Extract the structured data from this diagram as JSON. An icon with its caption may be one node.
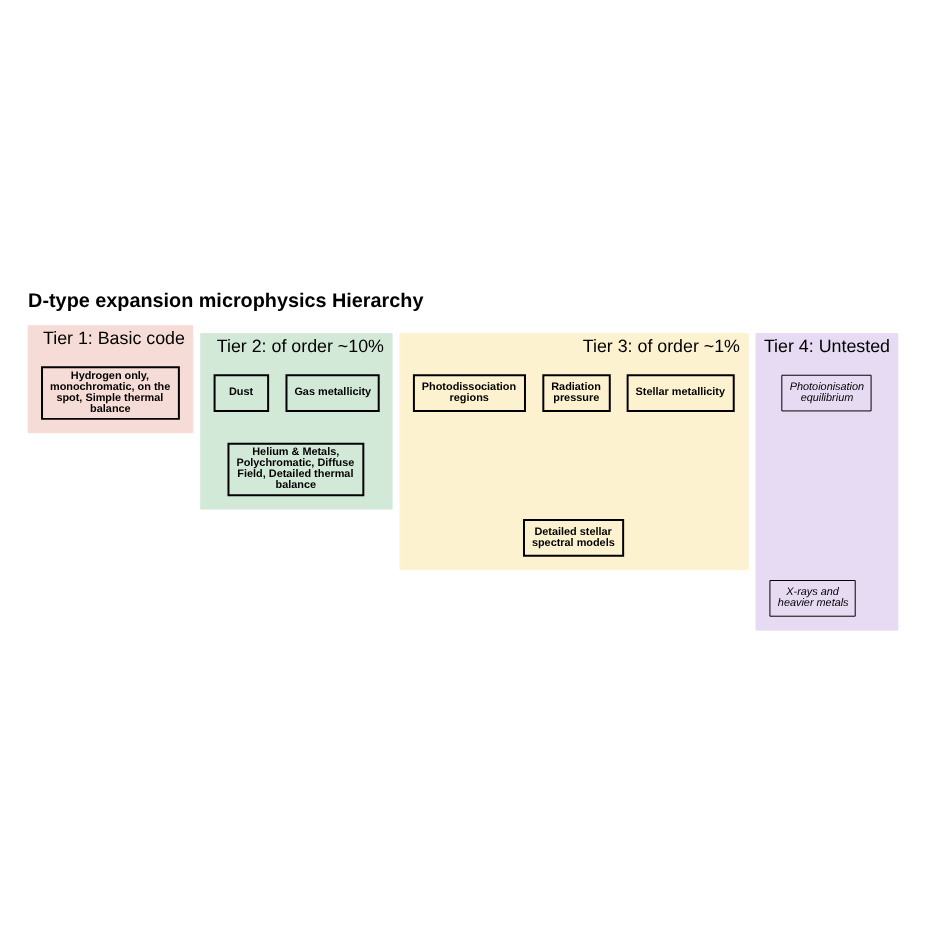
{
  "diagram": {
    "title": "D-type expansion microphysics Hierarchy",
    "nodes": [
      {
        "text": [
          "Tier 1: Basic code"
        ]
      },
      {
        "text": [
          "Hydrogen only, monochromatic, on the spot, Simple thermal balance"
        ],
        "in": 0
      },
      {
        "text": [
          "Tier 2: of order ~10%"
        ]
      },
      {
        "text": [
          "Helium & Metals, Polychromatic, Diffuse Field, Detailed thermal balance"
        ],
        "in": 2
      },
      {
        "text": [
          "Gas metallicity"
        ],
        "in": 2
      },
      {
        "text": [
          "Dust"
        ],
        "in": 2
      },
      {
        "text": [
          "Tier 3: of order ~1%"
        ]
      },
      {
        "text": [
          "Detailed stellar spectral models"
        ],
        "in": 6
      },
      {
        "text": [
          "Stellar metallicity"
        ],
        "in": 6
      },
      {
        "text": [
          "Radiation pressure"
        ],
        "in": 6
      },
      {
        "text": [
          "Photodissociation regions"
        ],
        "in": 6
      },
      {
        "text": [
          "Tier 4: Untested"
        ]
      },
      {
        "text": [
          "X-rays and heavier metals"
        ],
        "in": 11
      },
      {
        "text": [
          "Photoionisation equilibrium"
        ],
        "in": 11
      }
    ]
  }
}
